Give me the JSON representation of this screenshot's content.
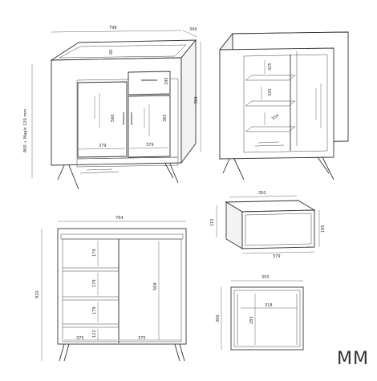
{
  "brand": "MM",
  "views": {
    "perspective_front": {
      "dims": {
        "width": "798",
        "depth": "349",
        "height": "784",
        "height_range": "800 ÷ Magic 120 mm",
        "top_inner": "60",
        "drawer": "195",
        "door_left": "560",
        "door_right": "365",
        "shelf_left": "379",
        "shelf_right": "379"
      }
    },
    "perspective_open": {
      "dims": {
        "shelf_1": "325",
        "shelf_2": "320",
        "shelf_3": "354"
      }
    },
    "drawer_detail": {
      "dims": {
        "width": "350",
        "front_height": "115",
        "side_height": "195",
        "front_width": "379"
      }
    },
    "front_elevation": {
      "dims": {
        "width": "764",
        "height": "920",
        "shelf_1": "179",
        "shelf_2": "179",
        "shelf_3": "179",
        "bottom": "122",
        "right_open": "569",
        "base_left": "375",
        "base_right": "375"
      }
    },
    "side_section": {
      "dims": {
        "depth": "350",
        "inner": "318",
        "height": "300",
        "inner_height": "283"
      }
    }
  }
}
